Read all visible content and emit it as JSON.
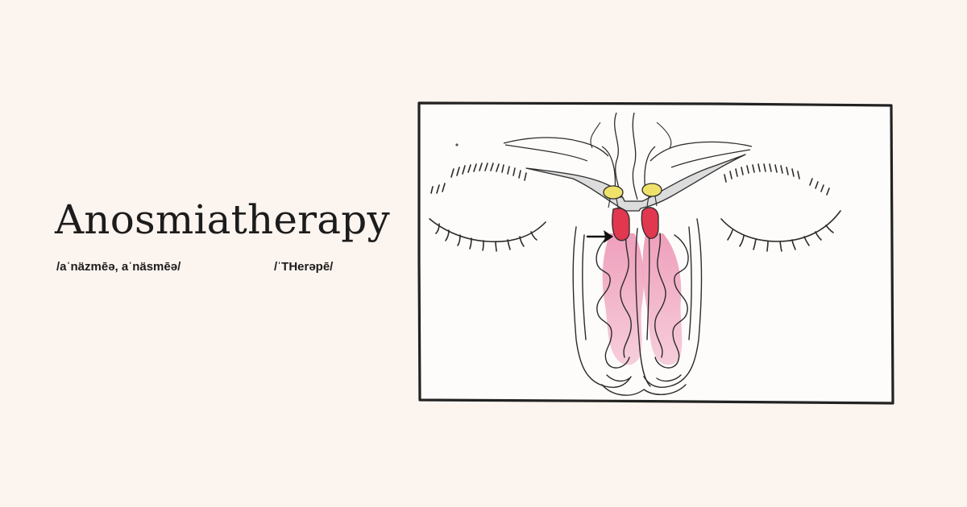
{
  "heading": {
    "title": "Anosmiatherapy",
    "pronunciation_anosmia": "/aˈnäzmēə, aˈnäsmēə/",
    "pronunciation_therapy": "/ˈTHerəpē/"
  },
  "illustration": {
    "subject": "nasal-cavity-sketch",
    "colors": {
      "background": "#fcf4ef",
      "ink": "#2b2b2b",
      "olfactory_red": "#e1384f",
      "mucosa_pink": "#f3b7cc",
      "bulb_yellow": "#efe26a",
      "nerve_gray": "#d9d9d9"
    }
  }
}
